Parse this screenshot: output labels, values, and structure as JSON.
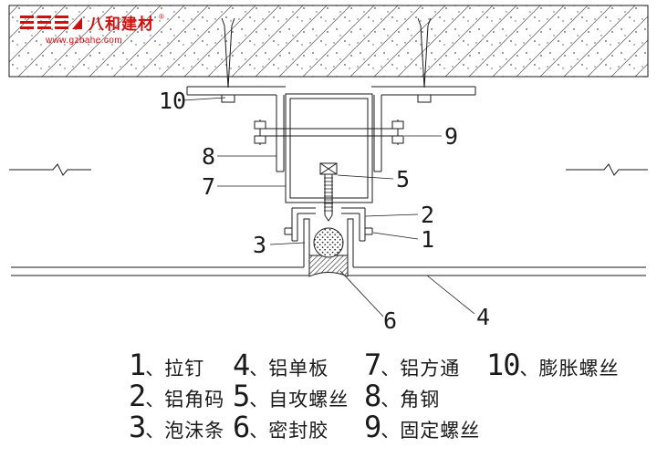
{
  "logo": {
    "name": "八和建材",
    "reg": "®",
    "url": "www.gzbahe.com",
    "color": "#cc1111"
  },
  "colors": {
    "line": "#1a1a1a",
    "background": "#ffffff"
  },
  "callouts": {
    "n1": "1",
    "n2": "2",
    "n3": "3",
    "n4": "4",
    "n5": "5",
    "n6": "6",
    "n7": "7",
    "n8": "8",
    "n9": "9",
    "n10": "10"
  },
  "legend": {
    "separator": "、",
    "items": [
      {
        "num": "1",
        "label": "拉钉"
      },
      {
        "num": "4",
        "label": "铝单板"
      },
      {
        "num": "7",
        "label": "铝方通"
      },
      {
        "num": "10",
        "label": "膨胀螺丝"
      },
      {
        "num": "2",
        "label": "铝角码"
      },
      {
        "num": "5",
        "label": "自攻螺丝"
      },
      {
        "num": "8",
        "label": "角钢"
      },
      {
        "num": "3",
        "label": "泡沫条"
      },
      {
        "num": "6",
        "label": "密封胶"
      },
      {
        "num": "9",
        "label": "固定螺丝"
      }
    ]
  }
}
